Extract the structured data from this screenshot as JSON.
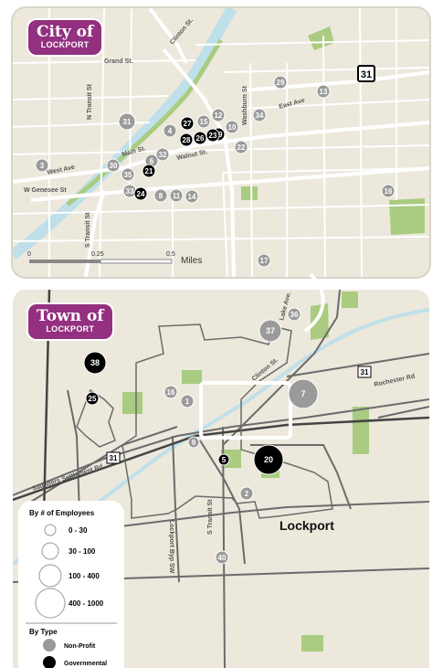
{
  "city": {
    "title_main": "City of",
    "title_sub": "LOCKPORT",
    "streets": {
      "clinton": "Clinton St.",
      "grand": "Grand St.",
      "n_transit": "N Transit St",
      "east_ave": "East Ave",
      "washburn": "Washburn St",
      "main": "Main St.",
      "walnut": "Walnut St.",
      "west_ave": "West Ave",
      "w_genesee": "W Genesee St",
      "s_transit": "S Transit St"
    },
    "highway_shield": "31",
    "scale": {
      "tick0": "0",
      "tick1": "0.25",
      "tick2": "0.5",
      "unit": "Miles"
    },
    "markers": [
      {
        "label": "29",
        "type": "nonprofit"
      },
      {
        "label": "13",
        "type": "nonprofit"
      },
      {
        "label": "31",
        "type": "nonprofit"
      },
      {
        "label": "4",
        "type": "nonprofit"
      },
      {
        "label": "27",
        "type": "governmental"
      },
      {
        "label": "15",
        "type": "nonprofit"
      },
      {
        "label": "12",
        "type": "nonprofit"
      },
      {
        "label": "34",
        "type": "nonprofit"
      },
      {
        "label": "19",
        "type": "governmental"
      },
      {
        "label": "10",
        "type": "nonprofit"
      },
      {
        "label": "28",
        "type": "governmental"
      },
      {
        "label": "26",
        "type": "governmental"
      },
      {
        "label": "23",
        "type": "governmental"
      },
      {
        "label": "22",
        "type": "nonprofit"
      },
      {
        "label": "32",
        "type": "nonprofit"
      },
      {
        "label": "6",
        "type": "nonprofit"
      },
      {
        "label": "30",
        "type": "nonprofit"
      },
      {
        "label": "3",
        "type": "nonprofit"
      },
      {
        "label": "21",
        "type": "governmental"
      },
      {
        "label": "35",
        "type": "nonprofit"
      },
      {
        "label": "33",
        "type": "nonprofit"
      },
      {
        "label": "24",
        "type": "governmental"
      },
      {
        "label": "8",
        "type": "nonprofit"
      },
      {
        "label": "11",
        "type": "nonprofit"
      },
      {
        "label": "14",
        "type": "nonprofit"
      },
      {
        "label": "16",
        "type": "nonprofit"
      },
      {
        "label": "17",
        "type": "nonprofit"
      }
    ]
  },
  "town": {
    "title_main": "Town of",
    "title_sub": "LOCKPORT",
    "place_label": "Lockport",
    "streets": {
      "lake_ave": "Lake Ave.",
      "clinton": "Clinton St.",
      "rochester": "Rochester Rd",
      "saunders": "Saunders Settlement Rd",
      "s_transit": "S Transit St",
      "lockport_byp": "Lockport Byp SW"
    },
    "highway_shields": [
      "31",
      "31"
    ],
    "markers": [
      {
        "label": "38",
        "type": "governmental"
      },
      {
        "label": "25",
        "type": "governmental"
      },
      {
        "label": "37",
        "type": "nonprofit"
      },
      {
        "label": "36",
        "type": "nonprofit"
      },
      {
        "label": "16",
        "type": "nonprofit"
      },
      {
        "label": "1",
        "type": "nonprofit"
      },
      {
        "label": "7",
        "type": "nonprofit"
      },
      {
        "label": "9",
        "type": "nonprofit"
      },
      {
        "label": "5",
        "type": "governmental"
      },
      {
        "label": "20",
        "type": "governmental"
      },
      {
        "label": "2",
        "type": "nonprofit"
      },
      {
        "label": "40",
        "type": "nonprofit"
      }
    ]
  },
  "legend": {
    "size_title": "By # of Employees",
    "sizes": [
      "0 - 30",
      "30 - 100",
      "100 - 400",
      "400 - 1000"
    ],
    "type_title": "By Type",
    "types": [
      {
        "label": "Non-Profit",
        "color": "#9a9a9a"
      },
      {
        "label": "Governmental",
        "color": "#000000"
      }
    ]
  },
  "colors": {
    "badge": "#93307f",
    "nonprofit": "#9a9a9a",
    "governmental": "#000000",
    "water": "#bfe0ea",
    "park": "#a9cc80",
    "land": "#ece8dc"
  }
}
